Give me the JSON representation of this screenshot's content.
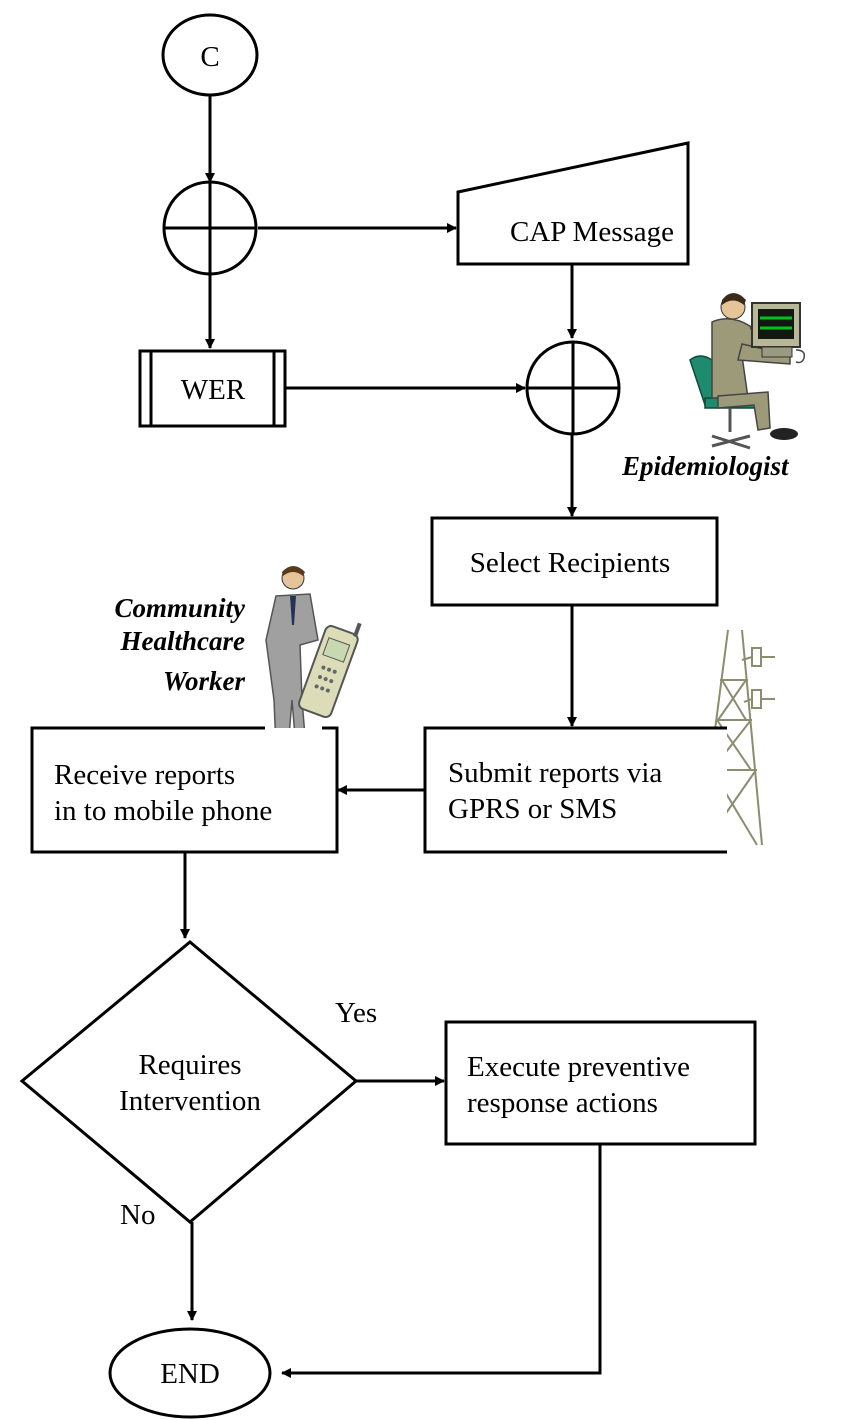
{
  "nodes": {
    "start": "C",
    "cap_message": "CAP Message",
    "wer": "WER",
    "select_recipients": "Select Recipients",
    "submit_reports": [
      "Submit reports via",
      "GPRS or SMS"
    ],
    "receive_reports": [
      "Receive reports",
      "in to mobile phone"
    ],
    "decision": [
      "Requires",
      "Intervention"
    ],
    "execute": [
      "Execute preventive",
      "response actions"
    ],
    "end": "END"
  },
  "edge_labels": {
    "yes": "Yes",
    "no": "No"
  },
  "roles": {
    "epidemiologist": "Epidemiologist",
    "chw": [
      "Community",
      "Healthcare",
      "Worker"
    ]
  },
  "icons": [
    "epidemiologist-at-computer-icon",
    "health-worker-with-phone-icon",
    "cell-tower-icon"
  ],
  "colors": {
    "line": "#000000",
    "figure_suit": "#8a8a70",
    "chair": "#1e8a6e",
    "tower": "#8c8c6e",
    "monitor_screen": "#00c020"
  }
}
